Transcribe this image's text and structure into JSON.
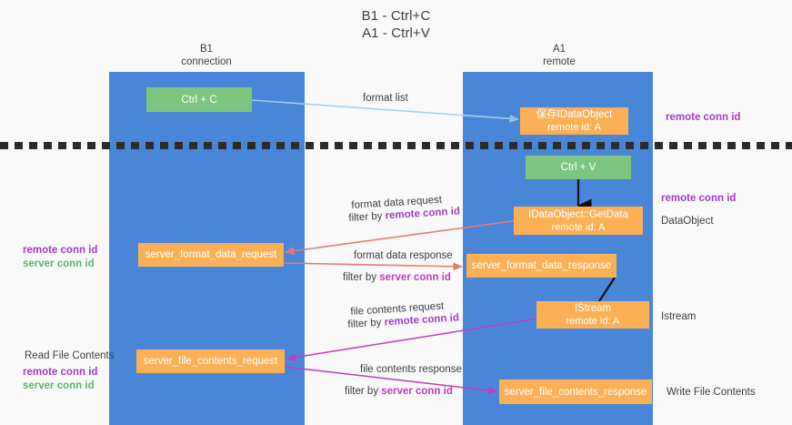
{
  "title": {
    "line1": "B1 - Ctrl+C",
    "line2": "A1 - Ctrl+V"
  },
  "columns": [
    {
      "name": "B1",
      "role": "connection"
    },
    {
      "name": "A1",
      "role": "remote"
    }
  ],
  "nodes": {
    "ctrl_c": {
      "label": "Ctrl + C"
    },
    "save_idataobject": {
      "label": "保存IDataObject",
      "sub": "remote id: A"
    },
    "ctrl_v": {
      "label": "Ctrl + V"
    },
    "getdata": {
      "label": "IDataObject::GetData",
      "sub": "remote id: A"
    },
    "server_format_data_request": {
      "label": "server_format_data_request"
    },
    "server_format_data_response": {
      "label": "server_format_data_response"
    },
    "istream": {
      "label": "IStream",
      "sub": "remote id: A"
    },
    "server_file_contents_request": {
      "label": "server_file_contents_request"
    },
    "server_file_contents_response": {
      "label": "server_file_contents_response"
    }
  },
  "edge_labels": {
    "format_list": "format list",
    "format_data_request": "format data request",
    "format_data_request_filter_prefix": "filter by ",
    "format_data_request_filter_key": "remote conn id",
    "format_data_response": "format data response",
    "format_data_response_filter_prefix": "filter by ",
    "format_data_response_filter_key": "server conn id",
    "file_contents_request": "file contents request",
    "file_contents_request_filter_prefix": "filter by ",
    "file_contents_request_filter_key": "remote conn id",
    "file_contents_response": "file contents response",
    "file_contents_response_filter_prefix": "filter by ",
    "file_contents_response_filter_key": "server conn id"
  },
  "annotations": {
    "right_remote_conn_id_top": "remote conn id",
    "right_remote_conn_id_mid": "remote conn id",
    "right_dataobject": "DataObject",
    "right_istream": "Istream",
    "right_write_file_contents": "Write File Contents",
    "left_remote_conn_id_mid": "remote conn id",
    "left_server_conn_id_mid": "server conn id",
    "left_read_file_contents": "Read File Contents",
    "left_remote_conn_id_bottom": "remote conn id",
    "left_server_conn_id_bottom": "server conn id"
  },
  "colors": {
    "lane": "#4a86d8",
    "node_green": "#7ec580",
    "node_orange": "#fbb056",
    "divider": "#2b2b2b",
    "accent_purple": "#a23bc8",
    "accent_green": "#56b96b",
    "arrow_blue": "#a8cdeb",
    "arrow_red": "#e8796f",
    "arrow_magenta": "#c13bbf",
    "arrow_black": "#1a1a1a"
  }
}
